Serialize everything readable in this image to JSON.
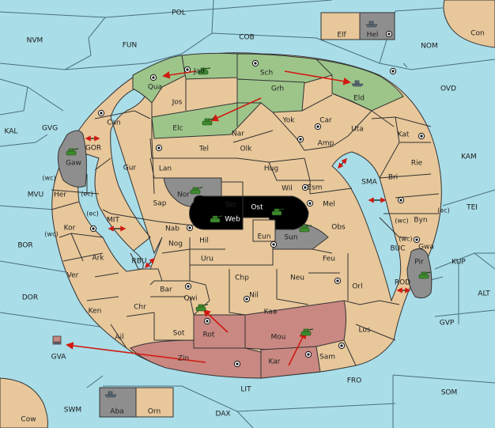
{
  "colors": {
    "sea": "#a9dde8",
    "land": "#e8c79a",
    "green": "#9dc58a",
    "red": "#c98882",
    "gray": "#8e8e8e",
    "black": "#000000",
    "outer_land": "#e8c79a",
    "arrow": "#d11a10"
  },
  "seas": [
    {
      "name": "POL"
    },
    {
      "name": "COB"
    },
    {
      "name": "NVM"
    },
    {
      "name": "FUN"
    },
    {
      "name": "NOM"
    },
    {
      "name": "OVD"
    },
    {
      "name": "KAL"
    },
    {
      "name": "GVG"
    },
    {
      "name": "GOR"
    },
    {
      "name": "MVU"
    },
    {
      "name": "MIT"
    },
    {
      "name": "BOR"
    },
    {
      "name": "RBU"
    },
    {
      "name": "DOR"
    },
    {
      "name": "GVA"
    },
    {
      "name": "SMA"
    },
    {
      "name": "KAM"
    },
    {
      "name": "TEI"
    },
    {
      "name": "BUC"
    },
    {
      "name": "KUP"
    },
    {
      "name": "ROD"
    },
    {
      "name": "ALT"
    },
    {
      "name": "GVP"
    },
    {
      "name": "FRO"
    },
    {
      "name": "SOM"
    },
    {
      "name": "LIT"
    },
    {
      "name": "SWM"
    },
    {
      "name": "DAX"
    }
  ],
  "provinces": [
    {
      "name": "Jad",
      "supply_center": true,
      "owner": "green"
    },
    {
      "name": "Qua",
      "supply_center": false,
      "owner": "green"
    },
    {
      "name": "Sch",
      "supply_center": true,
      "owner": "green"
    },
    {
      "name": "Eld",
      "supply_center": false,
      "owner": "green"
    },
    {
      "name": "Grh",
      "supply_center": false,
      "owner": "green"
    },
    {
      "name": "Elc",
      "supply_center": false,
      "owner": "green"
    },
    {
      "name": "Jos",
      "supply_center": false,
      "owner": ""
    },
    {
      "name": "Can",
      "supply_center": true,
      "owner": ""
    },
    {
      "name": "Nar",
      "supply_center": false,
      "owner": ""
    },
    {
      "name": "Yok",
      "supply_center": true,
      "owner": ""
    },
    {
      "name": "Car",
      "supply_center": false,
      "owner": ""
    },
    {
      "name": "Uta",
      "supply_center": false,
      "owner": ""
    },
    {
      "name": "Kat",
      "supply_center": true,
      "owner": ""
    },
    {
      "name": "Amp",
      "supply_center": false,
      "owner": ""
    },
    {
      "name": "Tel",
      "supply_center": false,
      "owner": ""
    },
    {
      "name": "Olk",
      "supply_center": false,
      "owner": ""
    },
    {
      "name": "Gur",
      "supply_center": false,
      "owner": ""
    },
    {
      "name": "Lan",
      "supply_center": false,
      "owner": ""
    },
    {
      "name": "Hug",
      "supply_center": false,
      "owner": ""
    },
    {
      "name": "Rie",
      "supply_center": false,
      "owner": ""
    },
    {
      "name": "Bri",
      "supply_center": false,
      "owner": ""
    },
    {
      "name": "Gaw",
      "supply_center": false,
      "owner": "gray"
    },
    {
      "name": "Nor",
      "supply_center": false,
      "owner": "gray"
    },
    {
      "name": "Wil",
      "supply_center": true,
      "owner": ""
    },
    {
      "name": "Esm",
      "supply_center": false,
      "owner": ""
    },
    {
      "name": "Her",
      "supply_center": false,
      "owner": ""
    },
    {
      "name": "Sap",
      "supply_center": false,
      "owner": ""
    },
    {
      "name": "Skr",
      "supply_center": false,
      "owner": ""
    },
    {
      "name": "Ost",
      "supply_center": false,
      "owner": ""
    },
    {
      "name": "Mel",
      "supply_center": true,
      "owner": ""
    },
    {
      "name": "Web",
      "supply_center": false,
      "owner": ""
    },
    {
      "name": "Byn",
      "supply_center": false,
      "owner": ""
    },
    {
      "name": "Kor",
      "supply_center": true,
      "owner": ""
    },
    {
      "name": "Nab",
      "supply_center": false,
      "owner": ""
    },
    {
      "name": "Hil",
      "supply_center": false,
      "owner": ""
    },
    {
      "name": "Eun",
      "supply_center": false,
      "owner": ""
    },
    {
      "name": "Sun",
      "supply_center": false,
      "owner": "gray"
    },
    {
      "name": "Obs",
      "supply_center": false,
      "owner": ""
    },
    {
      "name": "Gwa",
      "supply_center": false,
      "owner": ""
    },
    {
      "name": "Nog",
      "supply_center": false,
      "owner": ""
    },
    {
      "name": "Ark",
      "supply_center": false,
      "owner": ""
    },
    {
      "name": "Uru",
      "supply_center": false,
      "owner": ""
    },
    {
      "name": "Feu",
      "supply_center": false,
      "owner": ""
    },
    {
      "name": "Pir",
      "supply_center": false,
      "owner": "gray"
    },
    {
      "name": "Ver",
      "supply_center": false,
      "owner": ""
    },
    {
      "name": "Chp",
      "supply_center": false,
      "owner": ""
    },
    {
      "name": "Neu",
      "supply_center": true,
      "owner": ""
    },
    {
      "name": "Orl",
      "supply_center": false,
      "owner": ""
    },
    {
      "name": "Bar",
      "supply_center": false,
      "owner": ""
    },
    {
      "name": "Qwi",
      "supply_center": false,
      "owner": ""
    },
    {
      "name": "Nil",
      "supply_center": false,
      "owner": ""
    },
    {
      "name": "Ken",
      "supply_center": false,
      "owner": ""
    },
    {
      "name": "Chr",
      "supply_center": false,
      "owner": ""
    },
    {
      "name": "Kaa",
      "supply_center": false,
      "owner": ""
    },
    {
      "name": "Los",
      "supply_center": false,
      "owner": ""
    },
    {
      "name": "Ail",
      "supply_center": false,
      "owner": ""
    },
    {
      "name": "Sot",
      "supply_center": false,
      "owner": ""
    },
    {
      "name": "Rot",
      "supply_center": false,
      "owner": "red"
    },
    {
      "name": "Mou",
      "supply_center": false,
      "owner": "red"
    },
    {
      "name": "Zin",
      "supply_center": true,
      "owner": "red"
    },
    {
      "name": "Kar",
      "supply_center": true,
      "owner": "red"
    },
    {
      "name": "Sam",
      "supply_center": true,
      "owner": ""
    },
    {
      "name": "Elf",
      "supply_center": false,
      "owner": ""
    },
    {
      "name": "Hel",
      "supply_center": true,
      "owner": "gray"
    },
    {
      "name": "Con",
      "supply_center": false,
      "owner": ""
    },
    {
      "name": "Aba",
      "supply_center": false,
      "owner": "gray"
    },
    {
      "name": "Orn",
      "supply_center": false,
      "owner": ""
    },
    {
      "name": "Cow",
      "supply_center": false,
      "owner": ""
    }
  ],
  "coast_markers": [
    "(wc)",
    "(ec)",
    "(ec)",
    "(wc)",
    "(wc)",
    "(ec)",
    "(wc)"
  ],
  "units": [
    {
      "type": "army",
      "location": "Jad",
      "owner": "green"
    },
    {
      "type": "fleet",
      "location": "Eld",
      "owner": "green"
    },
    {
      "type": "army",
      "location": "Elc",
      "owner": "green"
    },
    {
      "type": "army",
      "location": "Gaw",
      "owner": "gray"
    },
    {
      "type": "army",
      "location": "Nor",
      "owner": "gray"
    },
    {
      "type": "army",
      "location": "Web",
      "owner": "gray"
    },
    {
      "type": "army",
      "location": "Ost",
      "owner": "gray"
    },
    {
      "type": "army",
      "location": "Sun",
      "owner": "gray"
    },
    {
      "type": "army",
      "location": "Pir",
      "owner": "gray"
    },
    {
      "type": "army",
      "location": "Qwi",
      "owner": "red"
    },
    {
      "type": "army",
      "location": "Mou",
      "owner": "red"
    },
    {
      "type": "fleet",
      "location": "GVA",
      "owner": "red"
    },
    {
      "type": "fleet",
      "location": "Hel",
      "owner": "gray"
    },
    {
      "type": "fleet",
      "location": "Aba",
      "owner": "gray"
    }
  ],
  "orders": [
    {
      "from": "Jad",
      "to": "Qua"
    },
    {
      "from": "Sch",
      "to": "Eld"
    },
    {
      "from": "Grh",
      "to": "Elc"
    },
    {
      "from": "Rot",
      "to": "Qwi"
    },
    {
      "from": "Kar",
      "to": "Mou"
    },
    {
      "from": "Zin",
      "to": "GVA"
    }
  ],
  "canals": [
    "GOR",
    "MIT",
    "RBU",
    "SMA",
    "SMA-BUC",
    "ROD"
  ]
}
